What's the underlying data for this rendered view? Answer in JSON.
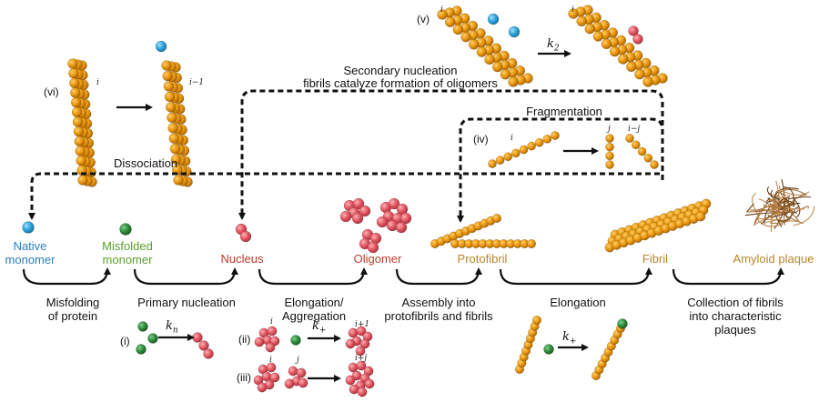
{
  "stages": {
    "native": "Native\nmonomer",
    "misfolded": "Misfolded\nmonomer",
    "nucleus": "Nucleus",
    "oligomer": "Oligomer",
    "protofibril": "Protofibril",
    "fibril": "Fibril",
    "plaque": "Amyloid plaque"
  },
  "steps": {
    "misfolding": "Misfolding\nof protein",
    "primary": "Primary nucleation",
    "elongation_aggregation": "Elongation/\nAggregation",
    "assembly": "Assembly into\nprotofibrils and fibrils",
    "elongation": "Elongation",
    "collection": "Collection of fibrils\ninto characteristic\nplaques"
  },
  "pathways": {
    "secondary_title": "Secondary nucleation",
    "secondary_sub": "fibrils catalyze formation of oligomers",
    "fragmentation": "Fragmentation",
    "dissociation": "Dissociation"
  },
  "panels": {
    "i": "(i)",
    "ii": "(ii)",
    "iii": "(iii)",
    "iv": "(iv)",
    "v": "(v)",
    "vi": "(vi)"
  },
  "math": {
    "i": "i",
    "i_minus_1": "i−1",
    "i_plus_1": "i+1",
    "i_plus_j": "i+j",
    "i_minus_j": "i−j",
    "j": "j",
    "k2": "k",
    "k2_sub": "2",
    "kn": "k",
    "kn_sub": "n",
    "kplus": "k",
    "kplus_sub": "+"
  },
  "colors": {
    "native": "#2a7fc0",
    "misfolded": "#5aa02c",
    "nucleus": "#c0392b",
    "oligomer": "#c0392b",
    "protofibril": "#b8862a",
    "fibril": "#b8862a",
    "plaque": "#b8862a",
    "sphere_orange": "#e8950c",
    "sphere_red": "#e05561",
    "sphere_green": "#2f8a3a",
    "sphere_blue": "#2ea3d8",
    "plaque_strand": "#8b5a2b"
  },
  "icons": [
    "arrow-right-icon",
    "curved-arrow-icon",
    "dashed-arrow-icon"
  ]
}
